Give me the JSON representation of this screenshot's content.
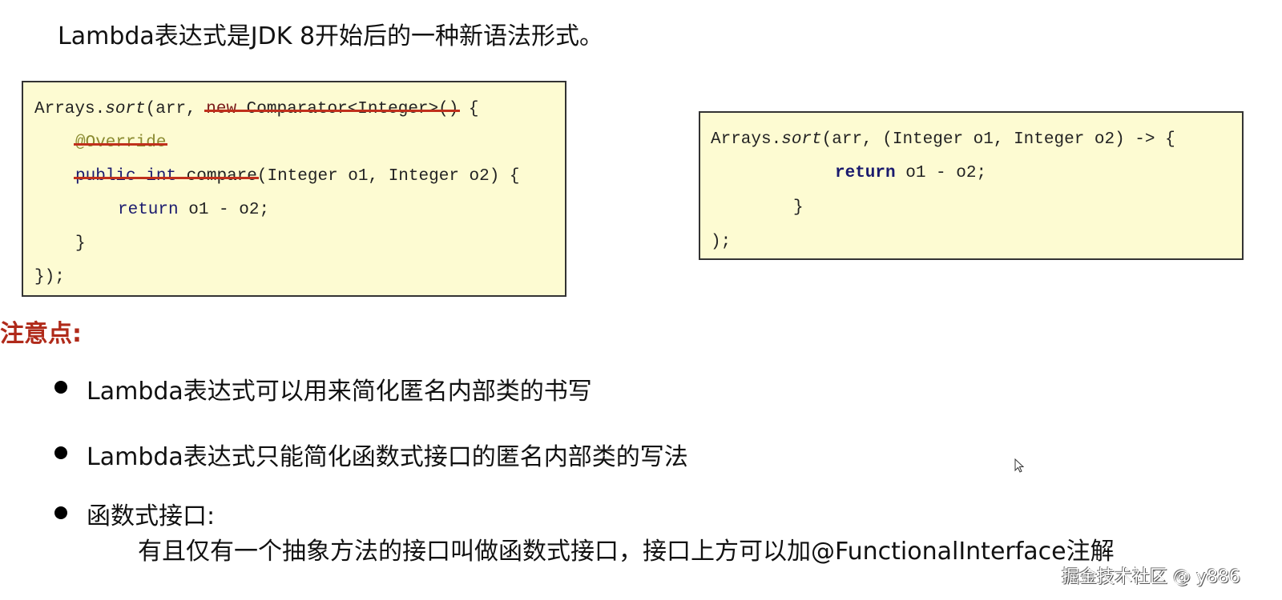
{
  "title": "Lambda表达式是JDK 8开始后的一种新语法形式。",
  "code_before": {
    "l1_a": "Arrays.",
    "l1_sort": "sort",
    "l1_b": "(arr, ",
    "l1_new": "new",
    "l1_struck": " Comparator<Integer>()",
    "l1_c": " {",
    "l2": "@Override",
    "l3_public": "public",
    "l3_int": "int",
    "l3_compare": "compare",
    "l3_rest": "(Integer o1, Integer o2) {",
    "l4_return": "return",
    "l4_rest": " o1 - o2;",
    "l5": "}",
    "l6": "});"
  },
  "code_after": {
    "l1_a": "Arrays.",
    "l1_sort": "sort",
    "l1_b": "(arr, (Integer o1, Integer o2) -> {",
    "l2_return": "return",
    "l2_rest": " o1 - o2;",
    "l3": "}",
    "l4": ");"
  },
  "notes_heading": "注意点:",
  "bullets": [
    "Lambda表达式可以用来简化匿名内部类的书写",
    "Lambda表达式只能简化函数式接口的匿名内部类的写法",
    "函数式接口:"
  ],
  "sub_text": "有且仅有一个抽象方法的接口叫做函数式接口，接口上方可以加@FunctionalInterface注解",
  "watermark": "掘金技术社区 @ y886",
  "colors": {
    "code_bg": "#fdfbd2",
    "strike": "#c0301c",
    "heading": "#b02a1a"
  }
}
